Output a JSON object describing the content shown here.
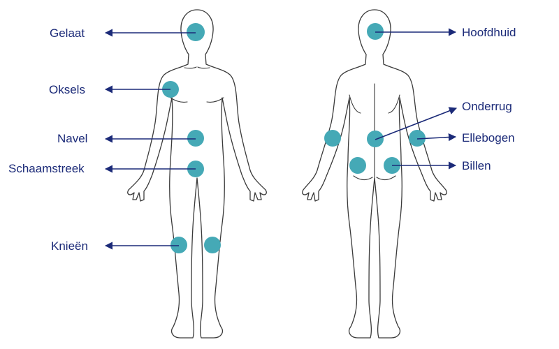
{
  "colors": {
    "spot": "#45a9b6",
    "arrow": "#1b2a78",
    "label": "#1b2a78",
    "outline": "#3a3a3a",
    "background": "#ffffff"
  },
  "figures": [
    "front-view",
    "back-view"
  ],
  "labels": {
    "gelaat": "Gelaat",
    "oksels": "Oksels",
    "navel": "Navel",
    "schaamstreek": "Schaamstreek",
    "knieen": "Knieën",
    "hoofdhuid": "Hoofdhuid",
    "onderrug": "Onderrug",
    "ellebogen": "Ellebogen",
    "billen": "Billen"
  }
}
